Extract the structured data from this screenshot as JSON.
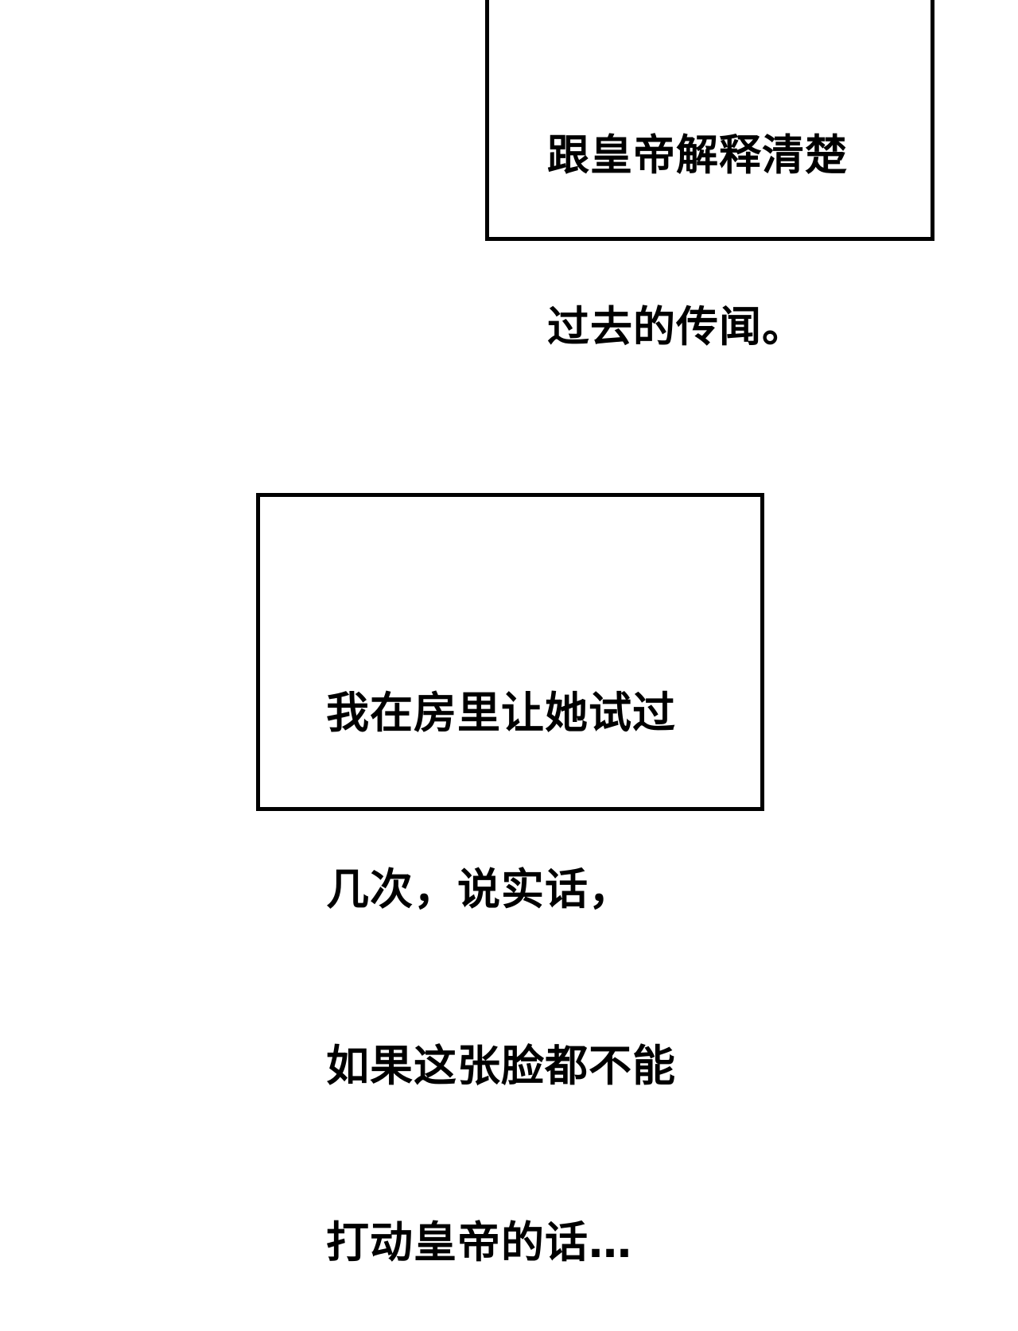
{
  "captions": {
    "top": {
      "lines": [
        "跟皇帝解释清楚",
        "过去的传闻。"
      ]
    },
    "bottom": {
      "lines": [
        "我在房里让她试过",
        "几次，说实话，",
        "如果这张脸都不能",
        "打动皇帝的话…"
      ]
    }
  },
  "colors": {
    "background": "#ffffff",
    "border": "#000000",
    "text": "#000000"
  }
}
